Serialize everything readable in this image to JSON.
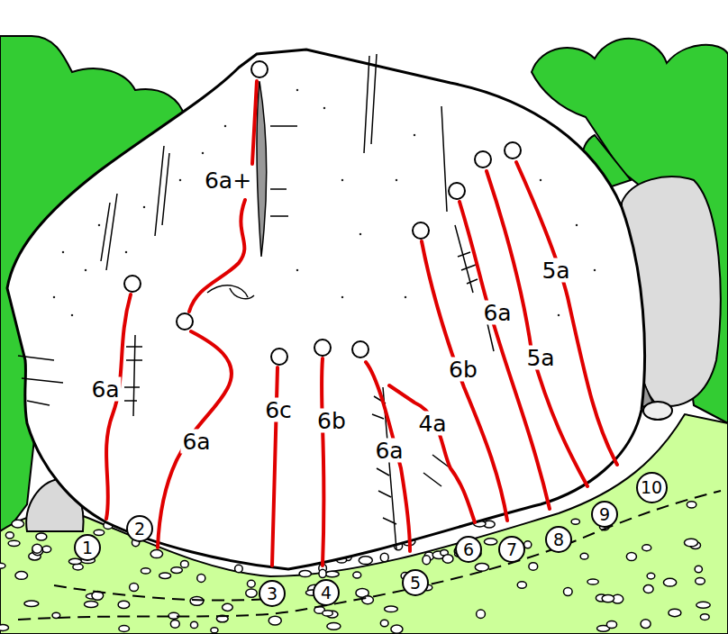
{
  "diagram": {
    "nodes": [
      {
        "text": [
          "1"
        ]
      },
      {
        "text": [
          "2"
        ]
      },
      {
        "text": [
          "3"
        ]
      },
      {
        "text": [
          "4"
        ]
      },
      {
        "text": [
          "5"
        ]
      },
      {
        "text": [
          "6"
        ]
      },
      {
        "text": [
          "7"
        ]
      },
      {
        "text": [
          "8"
        ]
      },
      {
        "text": [
          "9"
        ]
      },
      {
        "text": [
          "10"
        ]
      }
    ],
    "labels": [
      "6a+",
      "5a",
      "6a",
      "5a",
      "6b",
      "6a",
      "4a",
      "6a",
      "6c",
      "6b",
      "6a"
    ]
  }
}
